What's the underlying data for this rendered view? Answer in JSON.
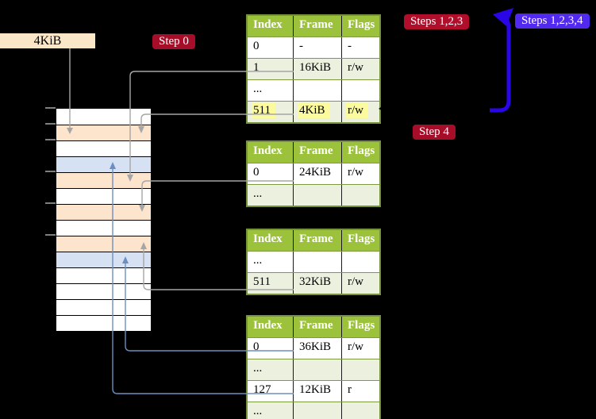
{
  "labels": {
    "frame_size": "4KiB"
  },
  "badges": [
    {
      "id": "step0",
      "label": "Step 0",
      "bg": "#A60D28"
    },
    {
      "id": "steps123",
      "label": "Steps 1,2,3",
      "bg": "#B00E2B"
    },
    {
      "id": "steps1234",
      "label": "Steps 1,2,3,4",
      "bg": "#5229EE"
    },
    {
      "id": "step4",
      "label": "Step 4",
      "bg": "#A60D28"
    }
  ],
  "tables": [
    {
      "id": "page-table-at-4kib",
      "headers": [
        "Index",
        "Frame",
        "Flags"
      ],
      "rows": [
        {
          "cells": [
            "0",
            "-",
            "-"
          ]
        },
        {
          "cells": [
            "1",
            "16KiB",
            "r/w"
          ]
        },
        {
          "cells": [
            "...",
            "",
            ""
          ]
        },
        {
          "cells": [
            "511",
            "4KiB",
            "r/w"
          ],
          "highlight": true
        }
      ]
    },
    {
      "id": "page-table-at-16kib",
      "headers": [
        "Index",
        "Frame",
        "Flags"
      ],
      "rows": [
        {
          "cells": [
            "0",
            "24KiB",
            "r/w"
          ]
        },
        {
          "cells": [
            "...",
            "",
            ""
          ]
        }
      ]
    },
    {
      "id": "page-table-at-24kib",
      "headers": [
        "Index",
        "Frame",
        "Flags"
      ],
      "rows": [
        {
          "cells": [
            "...",
            "",
            ""
          ]
        },
        {
          "cells": [
            "511",
            "32KiB",
            "r/w"
          ]
        }
      ]
    },
    {
      "id": "page-table-at-32kib",
      "headers": [
        "Index",
        "Frame",
        "Flags"
      ],
      "rows": [
        {
          "cells": [
            "0",
            "36KiB",
            "r/w"
          ]
        },
        {
          "cells": [
            "...",
            "",
            ""
          ]
        },
        {
          "cells": [
            "127",
            "12KiB",
            "r"
          ]
        },
        {
          "cells": [
            "...",
            "",
            ""
          ]
        }
      ]
    }
  ],
  "memory": {
    "rows": [
      "white",
      "peach",
      "white",
      "blue",
      "peach",
      "white",
      "peach",
      "white",
      "peach",
      "blue",
      "white",
      "white",
      "white",
      "white"
    ]
  },
  "colors": {
    "white": "#FFFFFF",
    "peach": "#FCE4CD",
    "blue": "#D6E2F3",
    "header_green": "#9CC23B",
    "row_green": "#EBF1DE",
    "table_border": "#76923C",
    "highlight_yellow": "#FBFB9E",
    "pointer_gray": "#A6A6A6",
    "pointer_blue": "#6D8FBF",
    "loop_arrow_blue": "#2806E6",
    "label_cream": "#FAE7C8",
    "black": "#000000"
  }
}
